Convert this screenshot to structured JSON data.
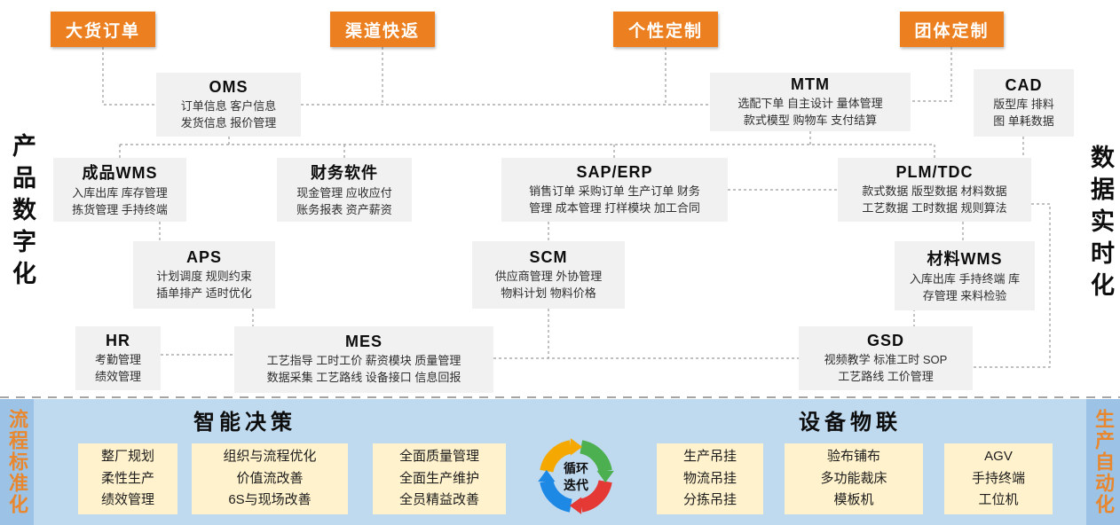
{
  "colors": {
    "accent_orange": "#EC8020",
    "system_box_gray": "#F1F1F1",
    "lean_box_yellow": "#FFF2CC",
    "band_blue": "#BFD9EF",
    "strip_blue": "#9CC3E6",
    "connector_gray": "#9B9B9B",
    "cycle_yellow": "#F5A800",
    "cycle_green": "#4CAF50",
    "cycle_red": "#E53935",
    "cycle_blue": "#1E88E5"
  },
  "entry_buttons": [
    {
      "label": "大货订单"
    },
    {
      "label": "渠道快返"
    },
    {
      "label": "个性定制"
    },
    {
      "label": "团体定制"
    }
  ],
  "side_labels": {
    "product_digitization": "产品数字化",
    "data_realtime": "数据实时化",
    "process_standardization": "流程标准化",
    "production_automation": "生产自动化"
  },
  "systems": {
    "oms": {
      "title": "OMS",
      "lines": [
        "订单信息 客户信息",
        "发货信息 报价管理"
      ]
    },
    "mtm": {
      "title": "MTM",
      "lines": [
        "选配下单 自主设计 量体管理",
        "款式模型 购物车 支付结算"
      ]
    },
    "cad": {
      "title": "CAD",
      "lines": [
        "版型库 排料",
        "图 单耗数据"
      ]
    },
    "wms_finished": {
      "title": "成品WMS",
      "lines": [
        "入库出库 库存管理",
        "拣货管理 手持终端"
      ]
    },
    "finance": {
      "title": "财务软件",
      "lines": [
        "现金管理 应收应付",
        "账务报表 资产薪资"
      ]
    },
    "sap_erp": {
      "title": "SAP/ERP",
      "lines": [
        "销售订单 采购订单 生产订单 财务",
        "管理 成本管理 打样模块 加工合同"
      ]
    },
    "plm_tdc": {
      "title": "PLM/TDC",
      "lines": [
        "款式数据 版型数据 材料数据",
        "工艺数据 工时数据 规则算法"
      ]
    },
    "aps": {
      "title": "APS",
      "lines": [
        "计划调度 规则约束",
        "插单排产 适时优化"
      ]
    },
    "scm": {
      "title": "SCM",
      "lines": [
        "供应商管理 外协管理",
        "物料计划 物料价格"
      ]
    },
    "wms_material": {
      "title": "材料WMS",
      "lines": [
        "入库出库 手持终端 库",
        "存管理 来料检验"
      ]
    },
    "hr": {
      "title": "HR",
      "lines": [
        "考勤管理",
        "绩效管理"
      ]
    },
    "mes": {
      "title": "MES",
      "lines": [
        "工艺指导 工时工价 薪资模块 质量管理",
        "数据采集 工艺路线 设备接口 信息回报"
      ]
    },
    "gsd": {
      "title": "GSD",
      "lines": [
        "视频教学 标准工时 SOP",
        "工艺路线 工价管理"
      ]
    }
  },
  "bottom": {
    "left_section_title": "智能决策",
    "right_section_title": "设备物联",
    "cycle_label_line1": "循环",
    "cycle_label_line2": "迭代",
    "lean_boxes": [
      {
        "lines": [
          "整厂规划",
          "柔性生产",
          "绩效管理"
        ]
      },
      {
        "lines": [
          "组织与流程优化",
          "价值流改善",
          "6S与现场改善"
        ]
      },
      {
        "lines": [
          "全面质量管理",
          "全面生产维护",
          "全员精益改善"
        ]
      },
      {
        "lines": [
          "生产吊挂",
          "物流吊挂",
          "分拣吊挂"
        ]
      },
      {
        "lines": [
          "验布铺布",
          "多功能裁床",
          "模板机"
        ]
      },
      {
        "lines": [
          "AGV",
          "手持终端",
          "工位机"
        ]
      }
    ]
  }
}
